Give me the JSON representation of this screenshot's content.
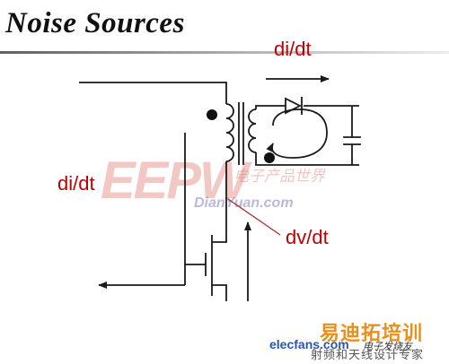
{
  "title": "Noise Sources",
  "labels": {
    "top_current": "di/dt",
    "left_current": "di/dt",
    "voltage": "dv/dt"
  },
  "watermarks": {
    "logo_text": "EEPW",
    "logo_cn": "电子产品世界",
    "logo_url": "DianYuan.com",
    "training_cn": "易迪拓培训",
    "training_sub": "射频和天线设计专家",
    "site": "elecfans.com",
    "site_cn": "电子发烧友"
  },
  "colors": {
    "label_red": "#c00000",
    "wire": "#1a1a1a",
    "arrow_red": "#b22222"
  }
}
